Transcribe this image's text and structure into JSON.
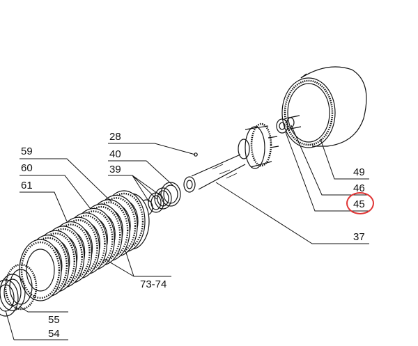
{
  "callouts": {
    "p28": "28",
    "p40": "40",
    "p39": "39",
    "p59": "59",
    "p60": "60",
    "p61": "61",
    "p49": "49",
    "p46": "46",
    "p45": "45",
    "p37": "37",
    "p73_74": "73-74",
    "p55": "55",
    "p54": "54"
  },
  "highlighted_part": "45",
  "colors": {
    "line": "#111111",
    "highlight": "#e03434",
    "background": "#ffffff"
  }
}
